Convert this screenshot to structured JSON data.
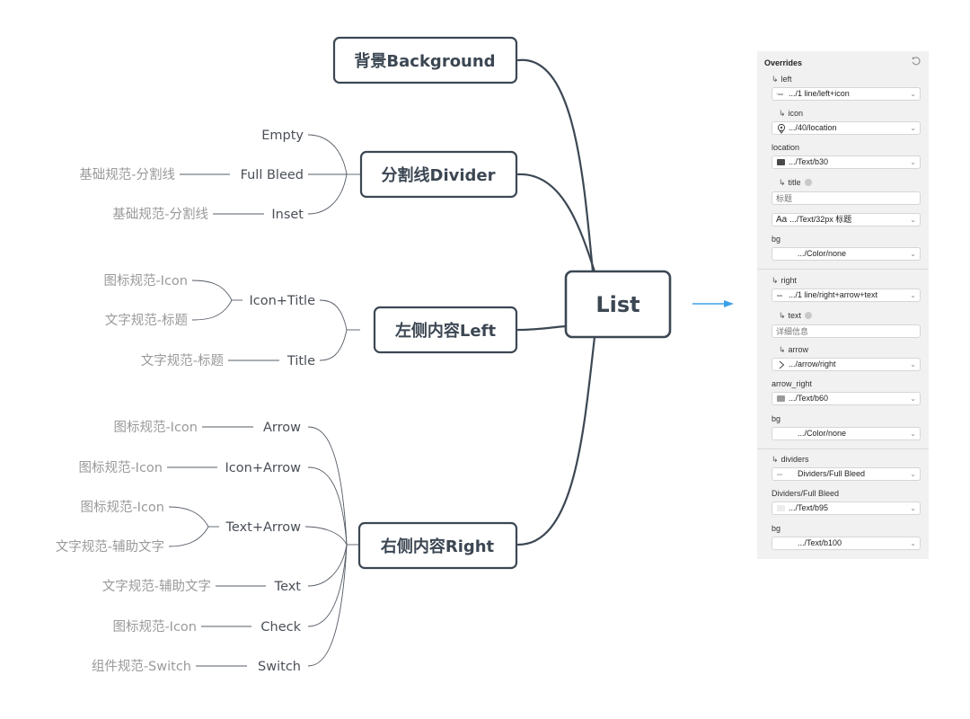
{
  "mindmap": {
    "root": "List",
    "branches": [
      {
        "label": "背景Background",
        "children": []
      },
      {
        "label": "分割线Divider",
        "children": [
          {
            "label": "Empty",
            "refs": []
          },
          {
            "label": "Full Bleed",
            "refs": [
              "基础规范-分割线"
            ]
          },
          {
            "label": "Inset",
            "refs": [
              "基础规范-分割线"
            ]
          }
        ]
      },
      {
        "label": "左侧内容Left",
        "children": [
          {
            "label": "Icon+Title",
            "refs": [
              "图标规范-Icon",
              "文字规范-标题"
            ]
          },
          {
            "label": "Title",
            "refs": [
              "文字规范-标题"
            ]
          }
        ]
      },
      {
        "label": "右侧内容Right",
        "children": [
          {
            "label": "Arrow",
            "refs": [
              "图标规范-Icon"
            ]
          },
          {
            "label": "Icon+Arrow",
            "refs": [
              "图标规范-Icon"
            ]
          },
          {
            "label": "Text+Arrow",
            "refs": [
              "图标规范-Icon",
              "文字规范-辅助文字"
            ]
          },
          {
            "label": "Text",
            "refs": [
              "文字规范-辅助文字"
            ]
          },
          {
            "label": "Check",
            "refs": [
              "图标规范-Icon"
            ]
          },
          {
            "label": "Switch",
            "refs": [
              "组件规范-Switch"
            ]
          }
        ]
      }
    ]
  },
  "panel": {
    "title": "Overrides",
    "left_label": "left",
    "left_value": ".../1 line/left+icon",
    "icon_label": "icon",
    "icon_value": ".../40/location",
    "location_label": "location",
    "location_value": ".../Text/b30",
    "title_label": "title",
    "title_placeholder": "标题",
    "title_font_prefix": "Aa",
    "title_font_value": ".../Text/32px 标题",
    "bg1_label": "bg",
    "bg1_value": ".../Color/none",
    "right_label": "right",
    "right_value": ".../1 line/right+arrow+text",
    "text_label": "text",
    "text_placeholder": "详细信息",
    "arrow_label": "arrow",
    "arrow_value": ".../arrow/right",
    "arrow_right_label": "arrow_right",
    "arrow_right_value": ".../Text/b60",
    "bg2_label": "bg",
    "bg2_value": ".../Color/none",
    "dividers_label": "dividers",
    "dividers_value": "Dividers/Full Bleed",
    "dividers_fb_label": "Dividers/Full Bleed",
    "dividers_fb_value": ".../Text/b95",
    "bg3_label": "bg",
    "bg3_value": ".../Text/b100",
    "hook": "↳"
  },
  "colors": {
    "node_border": "#3c4753",
    "node_text": "#3c4753",
    "leaf_text": "#4a4f57",
    "ref_text": "#9a9a9a",
    "arrow": "#3aa0e8",
    "swatch_b30": "#4a4a4a",
    "swatch_b60": "#9a9a9a",
    "swatch_b95": "#ececec"
  }
}
